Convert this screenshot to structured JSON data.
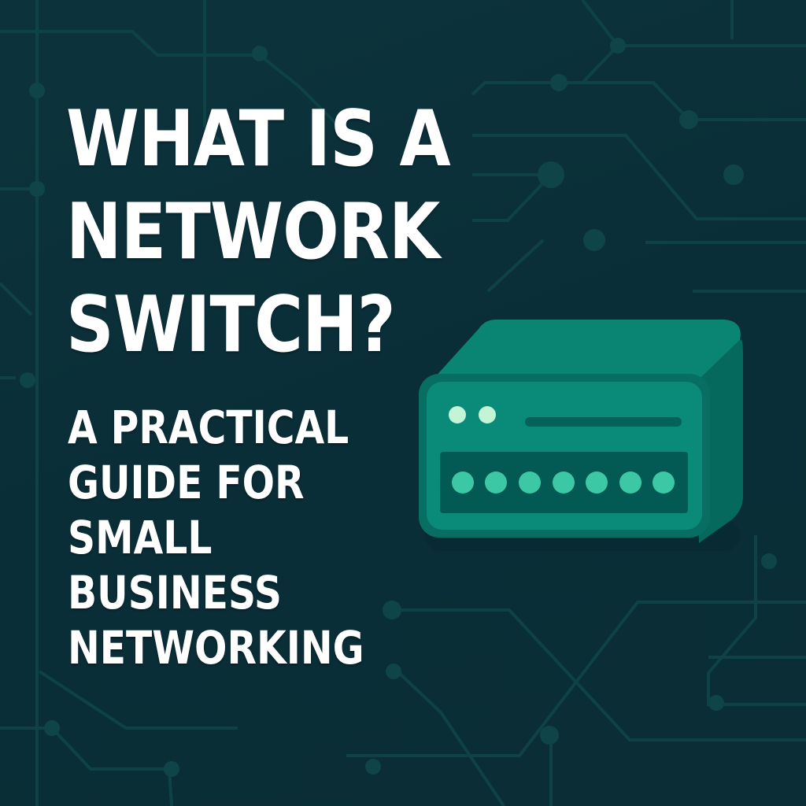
{
  "poster": {
    "headline": [
      "WHAT IS A",
      "NETWORK",
      "SWITCH?"
    ],
    "subtitle": [
      "A PRACTICAL",
      "GUIDE FOR",
      "SMALL",
      "BUSINESS",
      "NETWORKING"
    ]
  },
  "illustration": {
    "icon": "network-switch-icon",
    "status_leds": 2,
    "port_leds": 7
  },
  "colors": {
    "background": "#0b2f38",
    "circuit_trace": "#0f4548",
    "switch_top": "#0a8574",
    "switch_side": "#05695e",
    "switch_front": "#0a8a78",
    "port_panel": "#035a55",
    "port_led": "#3cc8a4",
    "status_led": "#c4f4d6",
    "text": "#ffffff"
  }
}
